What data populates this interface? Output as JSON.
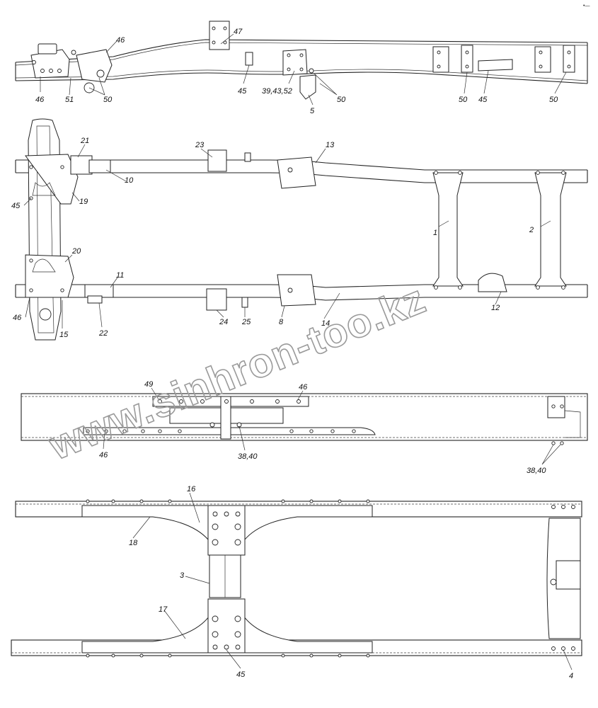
{
  "corner_mark": "•—",
  "watermark": "www.sinhron-too.kz",
  "views": [
    {
      "id": "side-view",
      "callouts": [
        "46",
        "47",
        "46",
        "51",
        "50",
        "45",
        "39,43,52",
        "5",
        "50",
        "50",
        "45",
        "50"
      ]
    },
    {
      "id": "top-view",
      "callouts": [
        "21",
        "23",
        "13",
        "10",
        "45",
        "19",
        "1",
        "2",
        "20",
        "11",
        "46",
        "15",
        "22",
        "24",
        "25",
        "8",
        "14",
        "12"
      ]
    },
    {
      "id": "insert-view",
      "callouts": [
        "49",
        "46",
        "46",
        "38,40",
        "38,40"
      ]
    },
    {
      "id": "crossmember-view",
      "callouts": [
        "16",
        "18",
        "3",
        "17",
        "45",
        "4"
      ]
    }
  ]
}
